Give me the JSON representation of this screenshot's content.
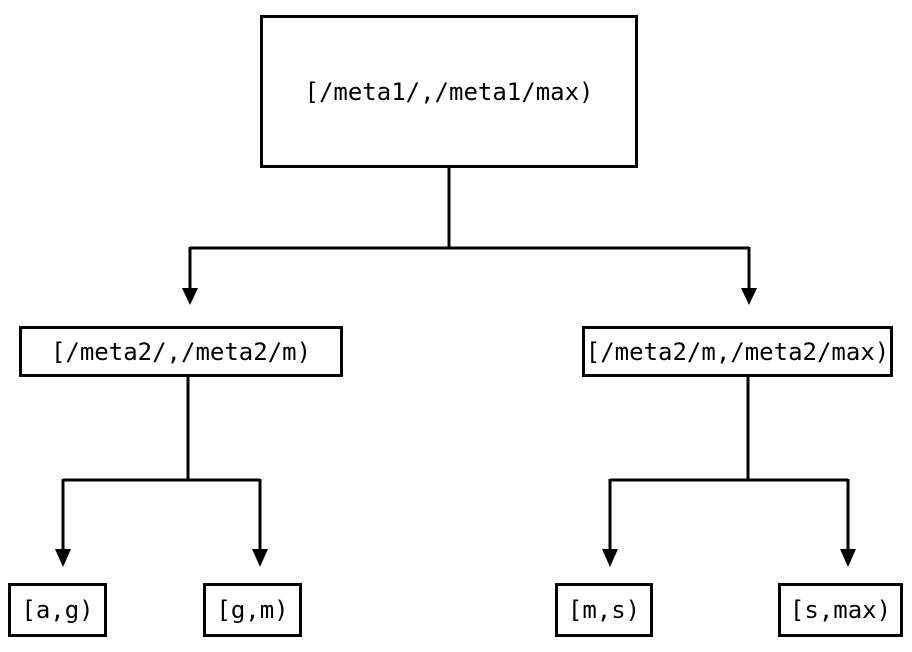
{
  "diagram": {
    "type": "tree",
    "colors": {
      "background": "#ffffff",
      "line": "#000000",
      "text": "#000000"
    },
    "nodes": {
      "root": {
        "label": "[/meta1/,/meta1/max)"
      },
      "meta2_low": {
        "label": "[/meta2/,/meta2/m)"
      },
      "meta2_high": {
        "label": "[/meta2/m,/meta2/max)"
      },
      "leaf_ag": {
        "label": "[a,g)"
      },
      "leaf_gm": {
        "label": "[g,m)"
      },
      "leaf_ms": {
        "label": "[m,s)"
      },
      "leaf_smax": {
        "label": "[s,max)"
      }
    },
    "edges": [
      {
        "from": "root",
        "to": "meta2_low"
      },
      {
        "from": "root",
        "to": "meta2_high"
      },
      {
        "from": "meta2_low",
        "to": "leaf_ag"
      },
      {
        "from": "meta2_low",
        "to": "leaf_gm"
      },
      {
        "from": "meta2_high",
        "to": "leaf_ms"
      },
      {
        "from": "meta2_high",
        "to": "leaf_smax"
      }
    ]
  }
}
